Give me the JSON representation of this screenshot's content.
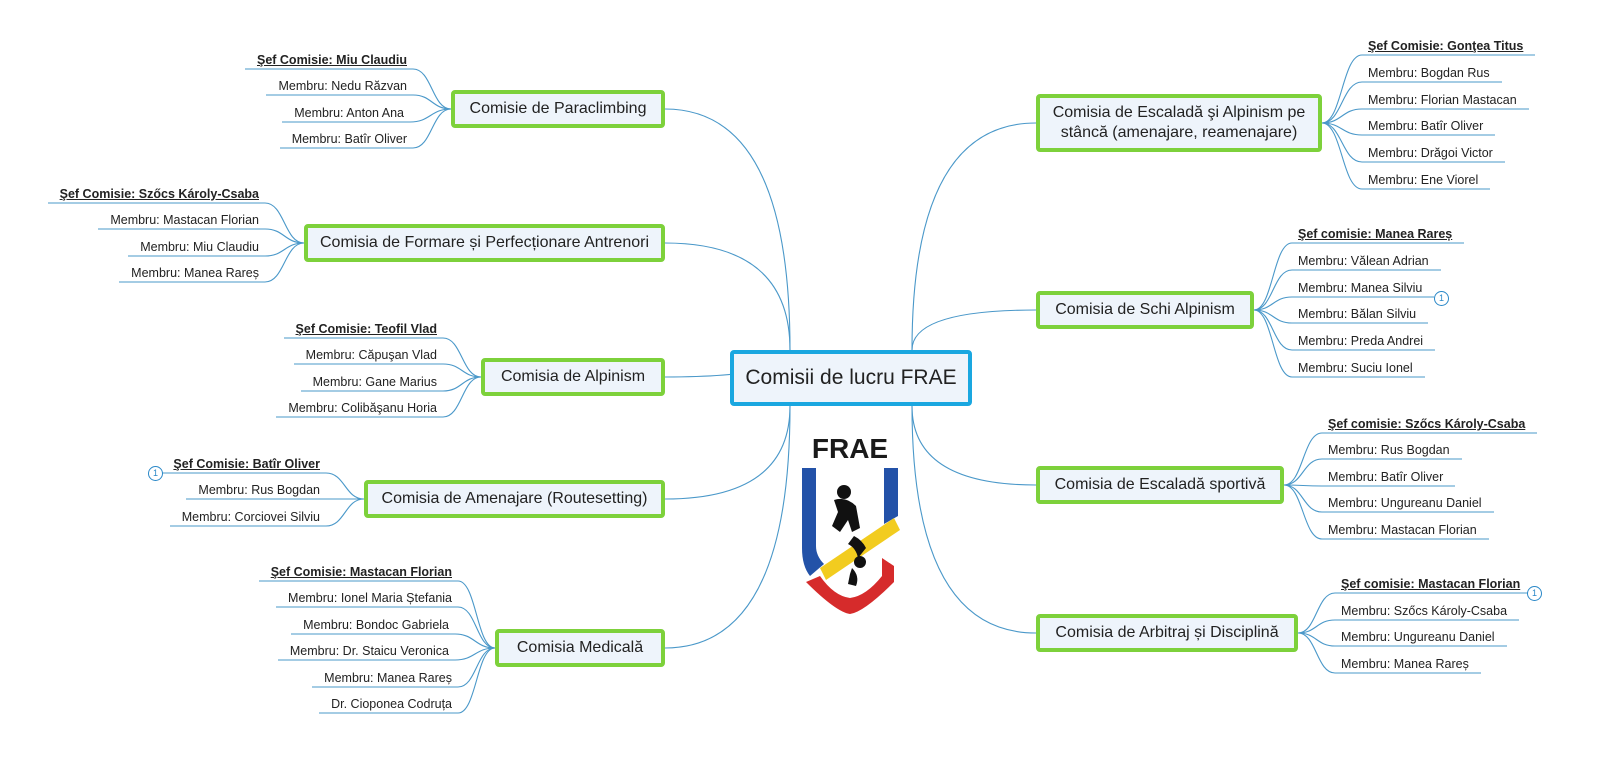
{
  "root": {
    "label": "Comisii de lucru FRAE"
  },
  "logo": {
    "text": "FRAE"
  },
  "colors": {
    "root_border": "#1aa7e0",
    "topic_border": "#7dd13b",
    "link": "#4a98c9",
    "badge": "#2a88c8"
  },
  "topics": {
    "paraclimbing": {
      "label": "Comisie de Paraclimbing",
      "members": [
        "Şef Comisie: Miu Claudiu",
        "Membru: Nedu Răzvan",
        "Membru: Anton Ana",
        "Membru: Batîr Oliver"
      ]
    },
    "formare": {
      "label": "Comisia de Formare și Perfecționare Antrenori",
      "members": [
        "Şef Comisie: Szőcs Károly-Csaba",
        "Membru: Mastacan Florian",
        "Membru: Miu Claudiu",
        "Membru: Manea Rareș"
      ]
    },
    "alpinism": {
      "label": "Comisia de Alpinism",
      "members": [
        "Şef Comisie: Teofil Vlad",
        "Membru: Căpuşan Vlad",
        "Membru: Gane Marius",
        "Membru: Colibăşanu Horia"
      ]
    },
    "amenajare": {
      "label": "Comisia de Amenajare (Routesetting)",
      "members": [
        "Şef Comisie: Batîr Oliver",
        "Membru: Rus Bogdan",
        "Membru: Corciovei Silviu"
      ],
      "badge": "1"
    },
    "medicala": {
      "label": "Comisia Medicală",
      "members": [
        "Şef Comisie: Mastacan Florian",
        "Membru: Ionel Maria Ștefania",
        "Membru: Bondoc Gabriela",
        "Membru: Dr. Staicu Veronica",
        "Membru: Manea Rareș",
        "Dr. Cioponea Codruța"
      ]
    },
    "escalada_stanca": {
      "label_line1": "Comisia de Escaladă şi Alpinism pe",
      "label_line2": "stâncă (amenajare, reamenajare)",
      "members": [
        "Şef Comisie: Gonţea Titus",
        "Membru: Bogdan Rus",
        "Membru: Florian Mastacan",
        "Membru: Batîr Oliver",
        "Membru: Drăgoi Victor",
        "Membru: Ene Viorel"
      ]
    },
    "schi": {
      "label": "Comisia de Schi Alpinism",
      "members": [
        "Şef comisie: Manea Rareș",
        "Membru: Vălean Adrian",
        "Membru: Manea Silviu",
        "Membru: Bălan Silviu",
        "Membru: Preda Andrei",
        "Membru: Suciu Ionel"
      ],
      "badge": "1"
    },
    "escalada_sportiva": {
      "label": "Comisia de Escaladă sportivă",
      "members": [
        "Şef comisie: Szőcs Károly-Csaba",
        "Membru: Rus Bogdan",
        "Membru: Batîr Oliver",
        "Membru: Ungureanu Daniel",
        "Membru: Mastacan Florian"
      ]
    },
    "arbitraj": {
      "label": "Comisia de Arbitraj și Disciplină",
      "members": [
        "Şef comisie: Mastacan Florian",
        "Membru: Szőcs Károly-Csaba",
        "Membru: Ungureanu Daniel",
        "Membru: Manea Rareș"
      ],
      "badge": "1"
    }
  }
}
